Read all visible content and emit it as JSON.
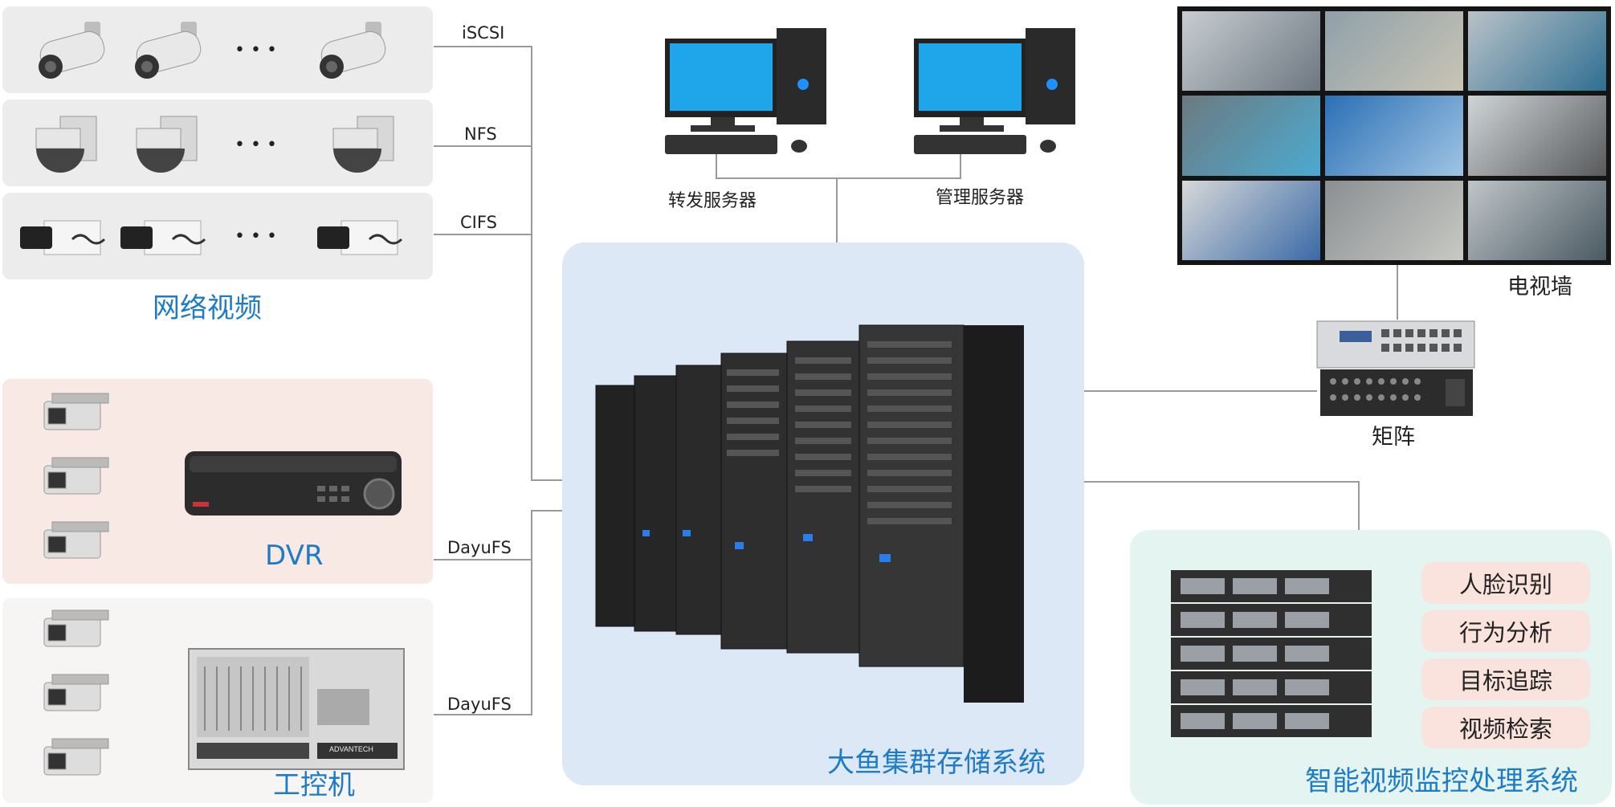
{
  "network_video": {
    "title": "网络视频",
    "protocols": [
      "iSCSI",
      "NFS",
      "CIFS"
    ],
    "ellipsis": "• • •"
  },
  "dvr": {
    "title": "DVR",
    "protocol": "DayuFS"
  },
  "ipc": {
    "title": "工控机",
    "protocol": "DayuFS",
    "brand": "ADVANTECH"
  },
  "servers": {
    "forward": "转发服务器",
    "manage": "管理服务器"
  },
  "storage": {
    "title": "大鱼集群存储系统"
  },
  "tv_wall": {
    "title": "电视墙"
  },
  "matrix": {
    "title": "矩阵"
  },
  "smart": {
    "title": "智能视频监控处理系统",
    "features": [
      "人脸识别",
      "行为分析",
      "目标追踪",
      "视频检索"
    ]
  },
  "colors": {
    "accent_blue": "#1e7bc6",
    "storage_bg": "#dde8f6",
    "smart_bg": "#e4f5f1",
    "dvr_bg": "#f9e9e4",
    "line": "#9a9a9a"
  }
}
